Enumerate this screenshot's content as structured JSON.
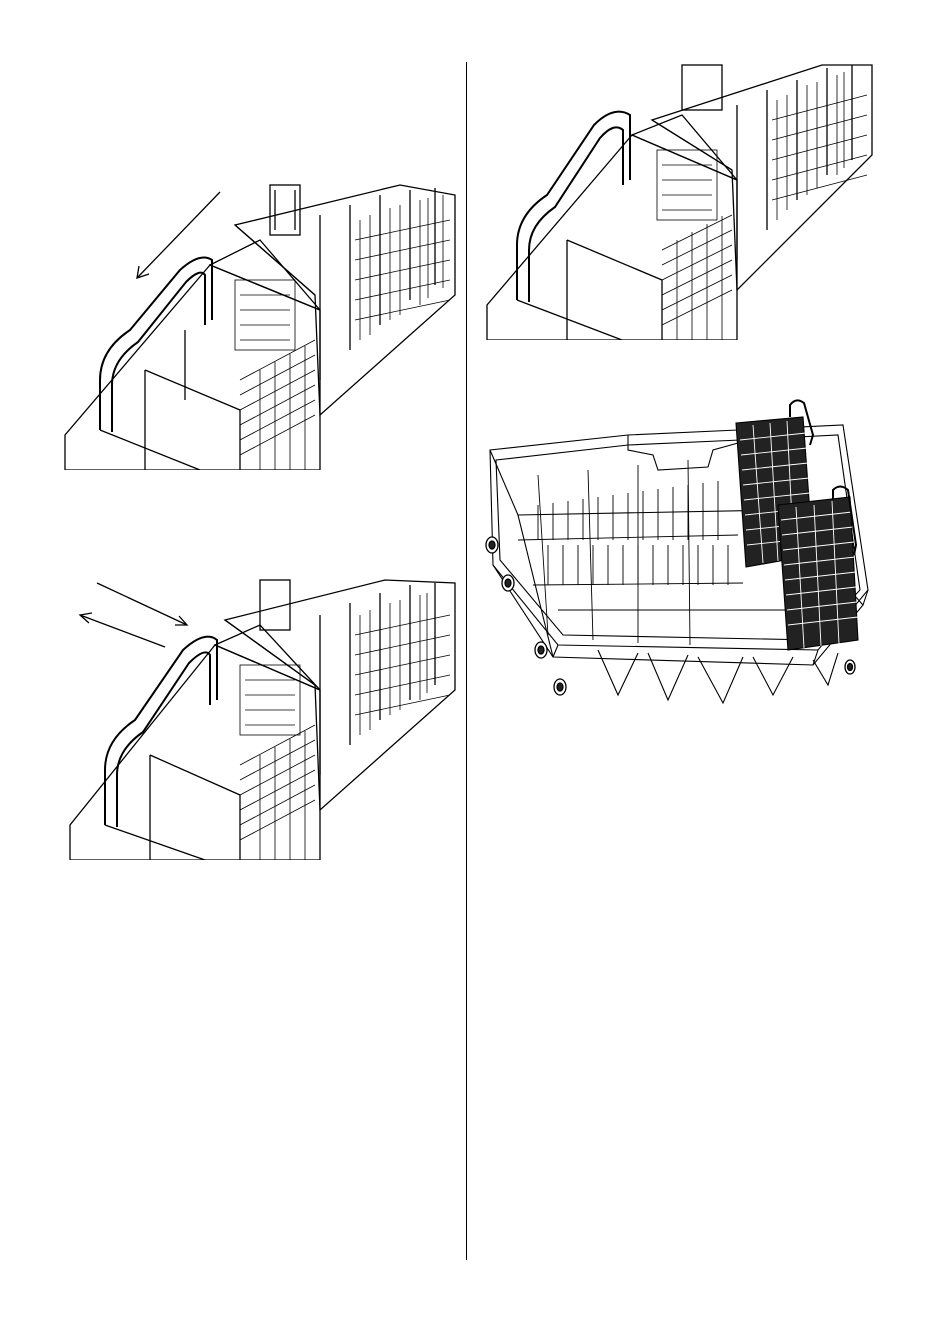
{
  "page": {
    "figures": [
      {
        "id": "fig-1",
        "subject": "cutlery-basket-handle",
        "arrow": "slide-left"
      },
      {
        "id": "fig-2",
        "subject": "cutlery-basket-handle",
        "arrow": "slide-both-ways"
      },
      {
        "id": "fig-3",
        "subject": "cutlery-basket-handle",
        "arrow": "none"
      },
      {
        "id": "fig-4",
        "subject": "lower-rack-with-cutlery-baskets",
        "arrow": "none"
      }
    ],
    "colors": {
      "line": "#000000",
      "background": "#ffffff",
      "basket_fill": "#222222"
    }
  }
}
